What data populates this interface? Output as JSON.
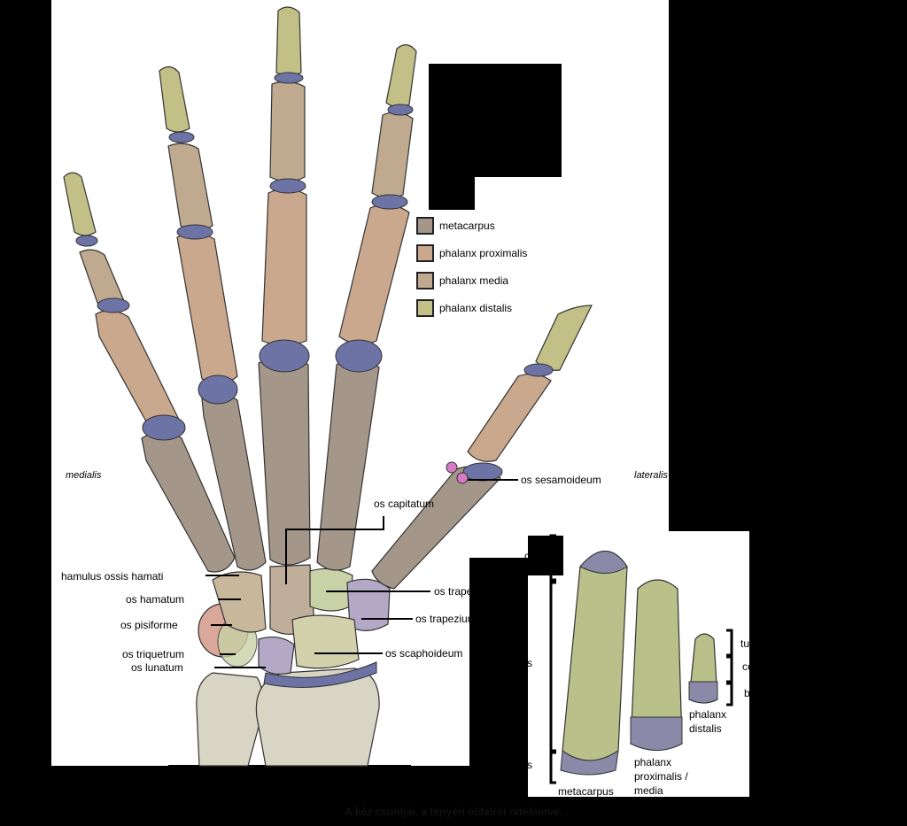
{
  "legend": [
    {
      "label": "metacarpus",
      "color": "#a49789"
    },
    {
      "label": "phalanx proximalis",
      "color": "#c9a88e"
    },
    {
      "label": "phalanx media",
      "color": "#bfaa90"
    },
    {
      "label": "phalanx distalis",
      "color": "#c2c087"
    }
  ],
  "orientation": {
    "medial": "medialis",
    "lateral": "lateralis"
  },
  "hand_labels": {
    "sesamoid": "os sesamoideum",
    "capitatum": "os capitatum",
    "hamulus": "hamulus ossis hamati",
    "hamatum": "os hamatum",
    "pisiforme": "os pisiforme",
    "triquetrum": "os triquetrum",
    "lunatum": "os lunatum",
    "trapezoideum": "os trapezoideum",
    "trapezium": "os trapezium",
    "scaphoideum": "os scaphoideum"
  },
  "inset_labels": {
    "caput": "caput",
    "corpus": "corpus",
    "basis": "basis",
    "metacarpus": "metacarpus",
    "phalanx_prox_line1": "phalanx",
    "phalanx_prox_line2": "proximalis /",
    "phalanx_prox_line3": "media",
    "tuberositas": "tuberositas phalangis distalis",
    "distal_corpus": "corpus",
    "distal_basis": "basis",
    "phalanx_dist_line1": "phalanx",
    "phalanx_dist_line2": "distalis"
  },
  "caption": "A kéz csontjai, a tenyéri oldalról rátekintve.",
  "colors": {
    "metacarpus": "#a49789",
    "proximal": "#c9a88e",
    "media": "#bfaa90",
    "distal": "#c2c087",
    "cartilage": "#6e73a6",
    "carpal_green": "#c8d2a6",
    "carpal_purple": "#b3a9c6",
    "sesamoid": "#d97ac8"
  }
}
